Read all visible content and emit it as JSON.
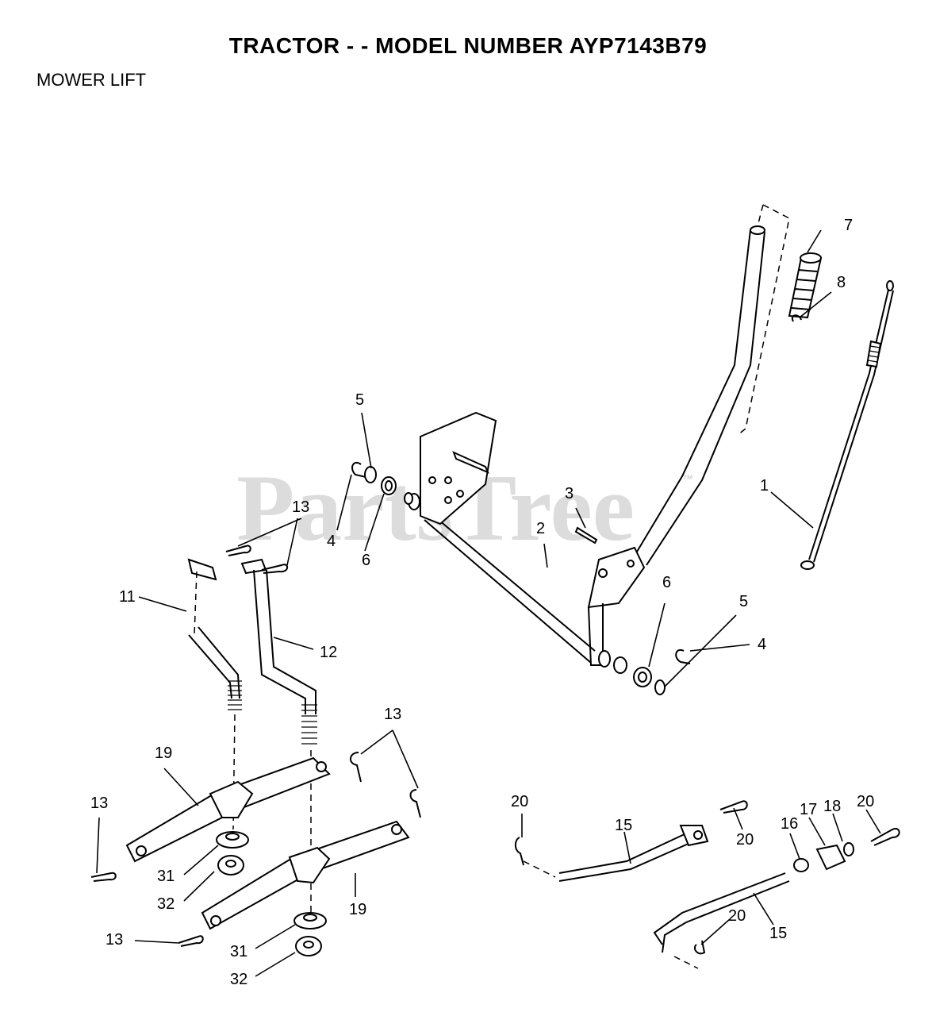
{
  "header": {
    "title": "TRACTOR - - MODEL NUMBER AYP7143B79",
    "section": "MOWER LIFT"
  },
  "watermark": {
    "text": "PartsTree",
    "tm": "™"
  },
  "callouts": {
    "c1": "1",
    "c2": "2",
    "c3": "3",
    "c4a": "4",
    "c4b": "4",
    "c5a": "5",
    "c5b": "5",
    "c6a": "6",
    "c6b": "6",
    "c7": "7",
    "c8": "8",
    "c11": "11",
    "c12": "12",
    "c13a": "13",
    "c13b": "13",
    "c13c": "13",
    "c13d": "13",
    "c15a": "15",
    "c15b": "15",
    "c16": "16",
    "c17": "17",
    "c18": "18",
    "c19a": "19",
    "c19b": "19",
    "c20a": "20",
    "c20b": "20",
    "c20c": "20",
    "c20d": "20",
    "c31a": "31",
    "c31b": "31",
    "c32a": "32",
    "c32b": "32"
  }
}
